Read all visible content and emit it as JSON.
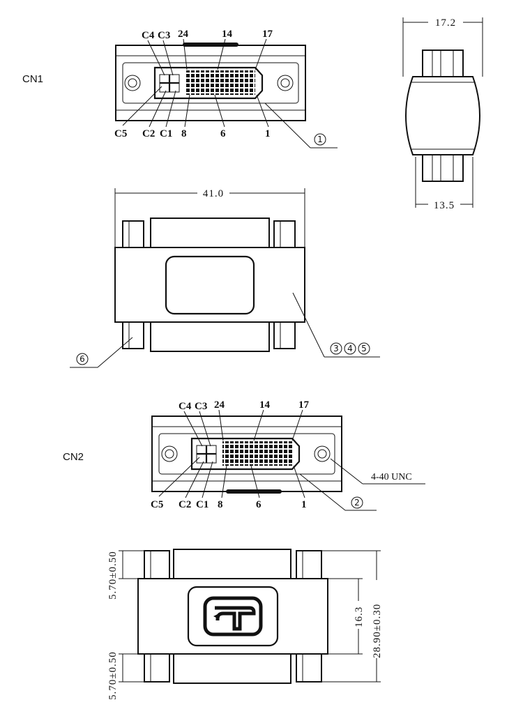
{
  "views": {
    "cn1": {
      "label": "CN1",
      "callout": "1",
      "pins": {
        "c4": "C4",
        "c3": "C3",
        "p24": "24",
        "p14": "14",
        "p17": "17",
        "c5": "C5",
        "c2": "C2",
        "c1": "C1",
        "p8": "8",
        "p6": "6",
        "p1": "1"
      }
    },
    "cn2": {
      "label": "CN2",
      "callout": "2",
      "thread": "4-40 UNC",
      "pins": {
        "c4": "C4",
        "c3": "C3",
        "p24": "24",
        "p14": "14",
        "p17": "17",
        "c5": "C5",
        "c2": "C2",
        "c1": "C1",
        "p8": "8",
        "p6": "6",
        "p1": "1"
      }
    },
    "top": {
      "callouts": [
        "3",
        "4",
        "5"
      ],
      "screw_callout": "6"
    }
  },
  "dimensions": {
    "side_width": "17.2",
    "side_plug_width": "13.5",
    "overall_length": "41.0",
    "plug_depth_upper": "5.70±0.50",
    "plug_depth_lower": "5.70±0.50",
    "body_height": "16.3",
    "overall_height": "28.90±0.30"
  }
}
